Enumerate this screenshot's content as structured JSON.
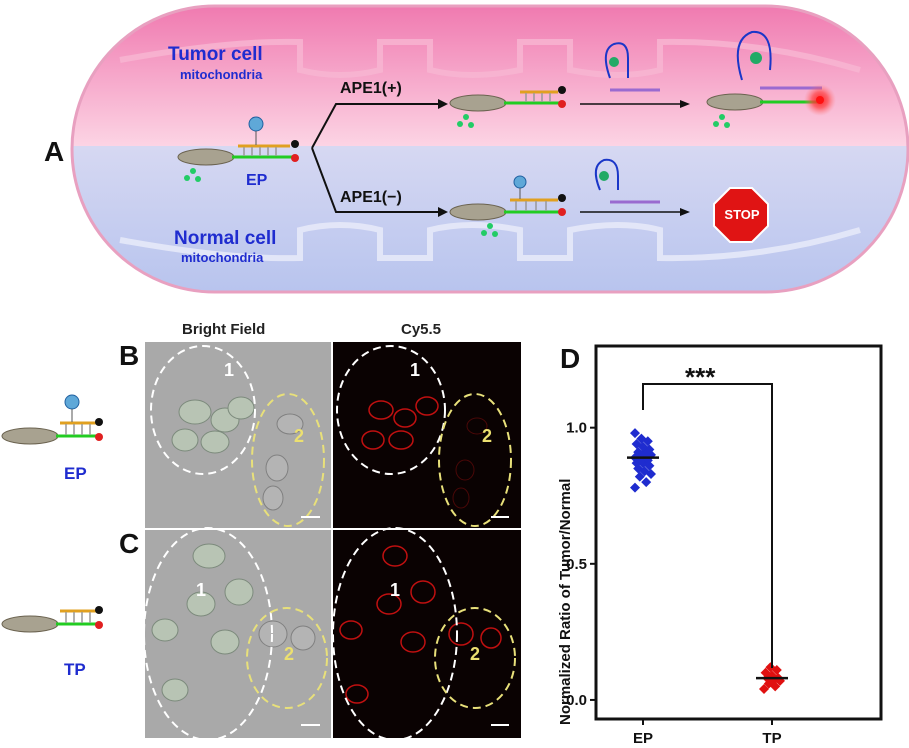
{
  "panel_a": {
    "letter": "A",
    "tumor_title": "Tumor cell",
    "tumor_sub": "mitochondria",
    "normal_title": "Normal cell",
    "normal_sub": "mitochondria",
    "probe_label": "EP",
    "arrow_plus": "APE1(+)",
    "arrow_minus": "APE1(−)",
    "stop_text": "STOP"
  },
  "micrographs": {
    "letter_b": "B",
    "letter_c": "C",
    "col_bright": "Bright Field",
    "col_cy": "Cy5.5",
    "region_1": "1",
    "region_2": "2",
    "row_b_label": "EP",
    "row_c_label": "TP"
  },
  "chart_data": {
    "type": "scatter",
    "panel_letter": "D",
    "ylabel": "Normalized Ratio of Tumor/Normal",
    "categories": [
      "EP",
      "TP"
    ],
    "ylim": [
      -0.07,
      1.3
    ],
    "yticks": [
      0.0,
      0.5,
      1.0
    ],
    "ytick_labels": [
      "0.0",
      "0.5",
      "1.0"
    ],
    "significance": "***",
    "series": [
      {
        "color": "#1f2ccf",
        "mean": 0.89,
        "values": [
          0.78,
          0.8,
          0.82,
          0.83,
          0.84,
          0.85,
          0.86,
          0.87,
          0.87,
          0.88,
          0.88,
          0.89,
          0.89,
          0.9,
          0.9,
          0.91,
          0.91,
          0.92,
          0.93,
          0.94,
          0.95,
          0.96,
          0.98
        ]
      },
      {
        "color": "#e01010",
        "mean": 0.08,
        "values": [
          0.04,
          0.05,
          0.06,
          0.07,
          0.07,
          0.08,
          0.08,
          0.09,
          0.1,
          0.11,
          0.12
        ]
      }
    ]
  }
}
